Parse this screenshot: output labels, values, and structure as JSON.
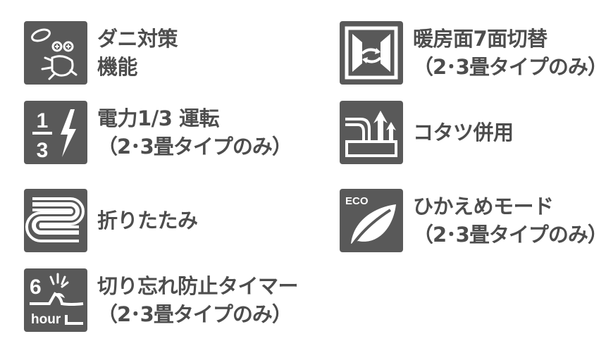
{
  "colors": {
    "icon_bg": "#595959",
    "text": "#4d4d4d",
    "icon_fg": "#ffffff"
  },
  "features": {
    "mite": {
      "icon": "mite-icon",
      "line1": "ダニ対策",
      "line2": "機能"
    },
    "heat": {
      "icon": "heating-surface-icon",
      "line1": "暖房面7面切替",
      "line2": "（2･3畳タイプのみ）"
    },
    "power": {
      "icon": "one-third-power-icon",
      "icon_top": "1",
      "icon_bottom": "3",
      "line1": "電力1/3 運転",
      "line2": "（2･3畳タイプのみ）"
    },
    "kotatsu": {
      "icon": "kotatsu-icon",
      "line1": "コタツ併用"
    },
    "fold": {
      "icon": "folding-icon",
      "line1": "折りたたみ"
    },
    "eco": {
      "icon": "eco-leaf-icon",
      "icon_label": "ECO",
      "line1": "ひかえめモード",
      "line2": "（2･3畳タイプのみ）"
    },
    "timer": {
      "icon": "six-hour-timer-icon",
      "icon_top": "6",
      "icon_bottom": "hour",
      "line1": "切り忘れ防止タイマー",
      "line2": "（2･3畳タイプのみ）"
    }
  }
}
